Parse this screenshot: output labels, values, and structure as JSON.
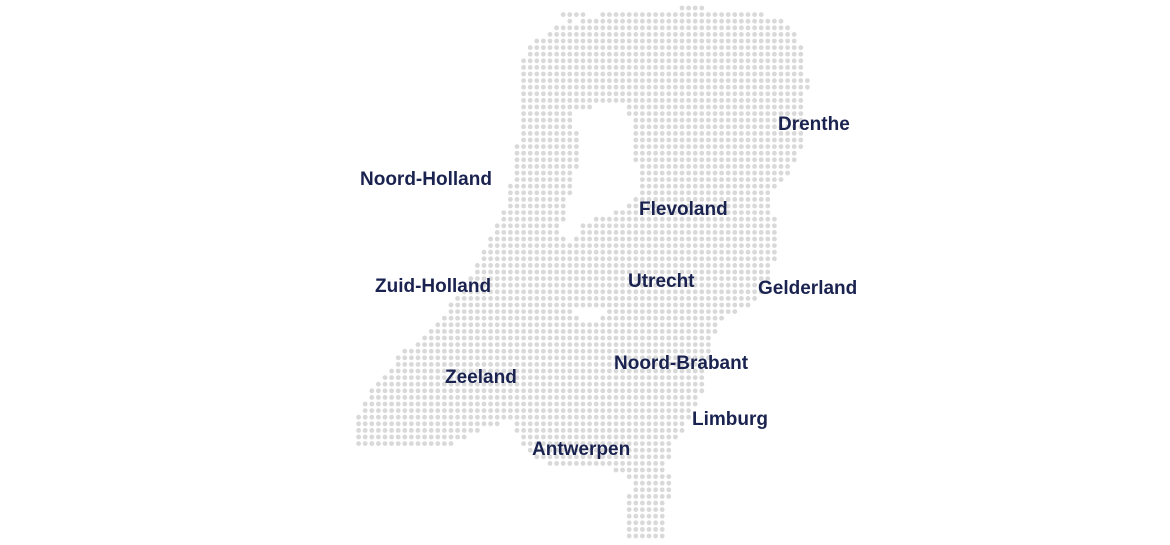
{
  "map": {
    "dot_color": "#d9d9d9",
    "label_color": "#1a2350",
    "labels": {
      "drenthe": "Drenthe",
      "noord_holland": "Noord-Holland",
      "flevoland": "Flevoland",
      "utrecht": "Utrecht",
      "zuid_holland": "Zuid-Holland",
      "gelderland": "Gelderland",
      "noord_brabant": "Noord-Brabant",
      "zeeland": "Zeeland",
      "limburg": "Limburg",
      "antwerpen": "Antwerpen"
    }
  }
}
